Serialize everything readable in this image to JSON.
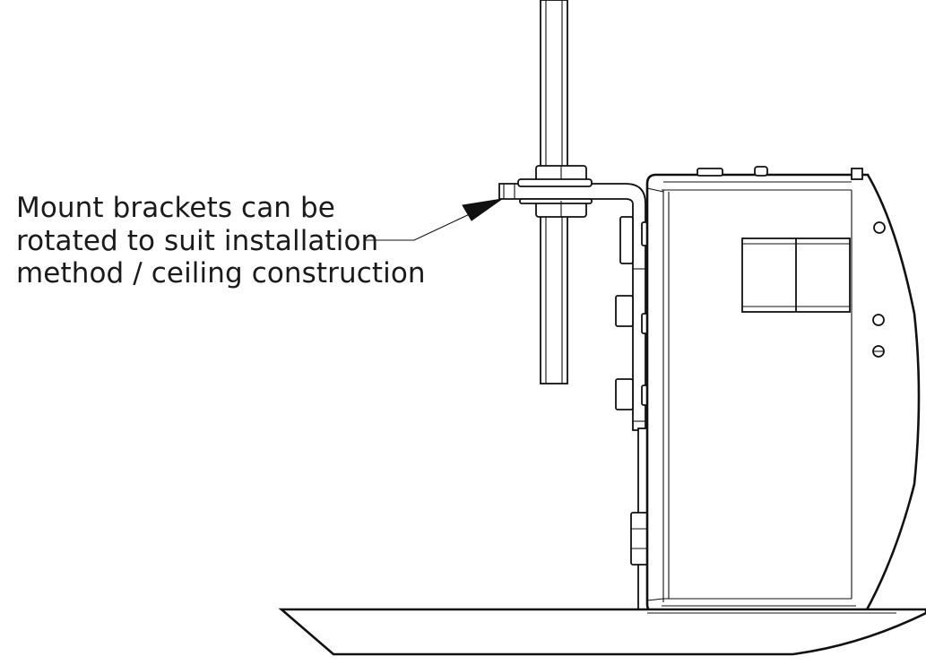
{
  "annotation": {
    "lines": [
      "Mount brackets can be",
      "rotated to suit installation",
      "method / ceiling construction"
    ]
  },
  "colors": {
    "line": "#111111",
    "background": "#ffffff"
  }
}
